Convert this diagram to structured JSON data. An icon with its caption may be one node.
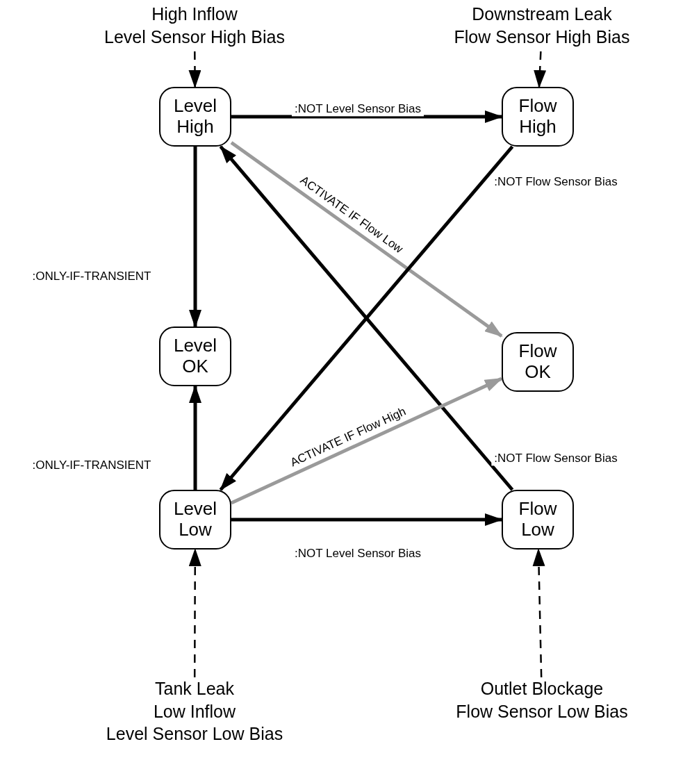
{
  "diagram": {
    "nodes": [
      {
        "text": [
          "High Inflow",
          "Level Sensor High Bias"
        ]
      },
      {
        "text": [
          "Downstream Leak",
          "Flow Sensor High Bias"
        ]
      },
      {
        "text": [
          "Level High"
        ]
      },
      {
        "text": [
          "Flow High"
        ]
      },
      {
        "text": [
          "Level OK"
        ]
      },
      {
        "text": [
          "Flow OK"
        ]
      },
      {
        "text": [
          "Level Low"
        ]
      },
      {
        "text": [
          "Flow Low"
        ]
      },
      {
        "text": [
          "Tank Leak",
          "Low Inflow",
          "Level Sensor Low Bias"
        ]
      },
      {
        "text": [
          "Outlet Blockage",
          "Flow Sensor Low Bias"
        ]
      }
    ],
    "edges": [
      {
        "from": 0,
        "to": 2,
        "arrow": "to",
        "style": "dashed"
      },
      {
        "from": 1,
        "to": 3,
        "arrow": "to",
        "style": "dashed"
      },
      {
        "from": 2,
        "to": 3,
        "arrow": "to",
        "label": ":NOT Level Sensor Bias"
      },
      {
        "from": 2,
        "to": 4,
        "arrow": "to",
        "label": ":ONLY-IF-TRANSIENT"
      },
      {
        "from": 2,
        "to": 5,
        "arrow": "to",
        "label": "ACTIVATE IF Flow Low",
        "color": "#9a9a9a"
      },
      {
        "from": 3,
        "to": 6,
        "arrow": "to",
        "label": ":NOT Flow Sensor Bias"
      },
      {
        "from": 7,
        "to": 2,
        "arrow": "to",
        "label": ":NOT Flow Sensor Bias"
      },
      {
        "from": 6,
        "to": 4,
        "arrow": "to",
        "label": ":ONLY-IF-TRANSIENT"
      },
      {
        "from": 6,
        "to": 5,
        "arrow": "to",
        "label": "ACTIVATE IF Flow High",
        "color": "#9a9a9a"
      },
      {
        "from": 6,
        "to": 7,
        "arrow": "to",
        "label": ":NOT Level Sensor Bias"
      },
      {
        "from": 8,
        "to": 6,
        "arrow": "to",
        "style": "dashed"
      },
      {
        "from": 9,
        "to": 7,
        "arrow": "to",
        "style": "dashed"
      }
    ]
  }
}
